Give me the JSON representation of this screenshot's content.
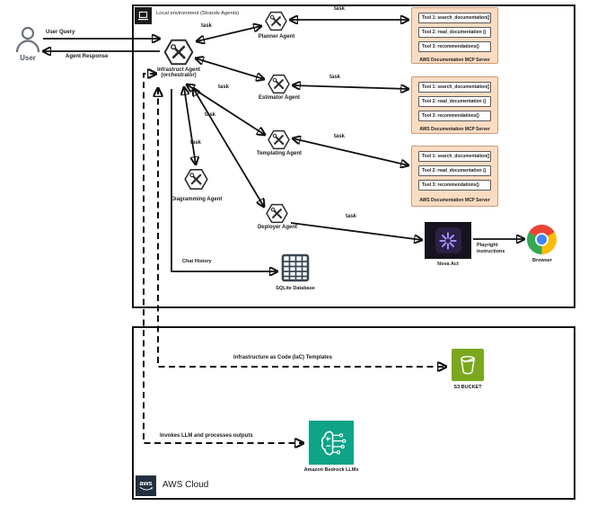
{
  "colors": {
    "line": "#111111",
    "box-border": "#111111",
    "mcp-bg": "#fbdcc2",
    "mcp-border": "#c99b79",
    "s3-green": "#7aa71d",
    "bedrock-teal": "#0fa387",
    "nova-purple": "#a88bfa",
    "nova-bg": "#17121e",
    "nova-inner": "#2a2046",
    "aws-navy": "#232f3e",
    "chrome-red": "#ea4335",
    "chrome-yellow": "#fbbc05",
    "chrome-green": "#34a853",
    "chrome-blue": "#4285f4",
    "sqlite-gray": "#3c4654",
    "user-gray": "#6a727c"
  },
  "user": {
    "label": "User",
    "query": "User Query",
    "response": "Agent Response"
  },
  "local_env": {
    "title": "Local environment (Strands Agents)"
  },
  "agents": {
    "orchestrator_line1": "Infrastruct Agent",
    "orchestrator_line2": "(orchestrator)",
    "planner": "Planner Agent",
    "estimator": "Estimator Agent",
    "templating": "Templating Agent",
    "diagramming": "Diagramming Agent",
    "deployer": "Deployer Agent"
  },
  "labels": {
    "task": "task",
    "chat_history": "Chat History",
    "playwright": "Playright instructions"
  },
  "nodes": {
    "nova": "Nova Act",
    "browser": "Browser",
    "sqlite": "SQLite Database",
    "s3": "S3 BUCKET",
    "bedrock": "Amazon Bedrock LLMs"
  },
  "flows": {
    "iac": "Infrastructure as Code (IaC) Templates",
    "invoke": "Invokes LLM and processes outputs"
  },
  "mcp_servers": [
    {
      "tools": [
        "Tool 1: search_documentation()",
        "Tool 2: read_documentation ()",
        "Tool 3: recommendations()"
      ],
      "label": "AWS Documentation MCP Server"
    },
    {
      "tools": [
        "Tool 1: search_documentation()",
        "Tool 2: read_documentation ()",
        "Tool 3: recommendations()"
      ],
      "label": "AWS Documentation MCP Server"
    },
    {
      "tools": [
        "Tool 1: search_documentation()",
        "Tool 2: read_documentation ()",
        "Tool 3: recommendations()"
      ],
      "label": "AWS Documentation MCP Server"
    }
  ],
  "aws_cloud": {
    "label": "AWS Cloud",
    "logo": "aws"
  }
}
